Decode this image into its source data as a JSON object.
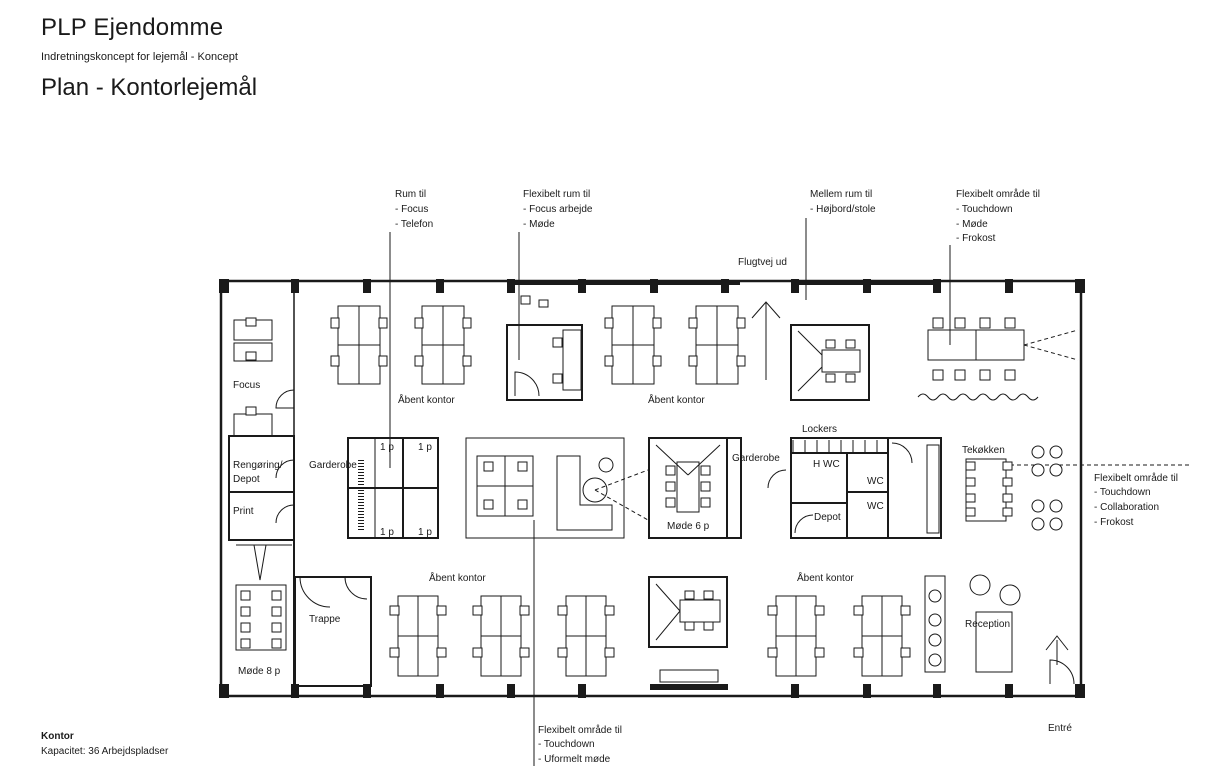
{
  "header": {
    "title": "PLP Ejendomme",
    "subtitle": "Indretningskoncept for lejemål - Koncept",
    "plan_title": "Plan - Kontorlejemål"
  },
  "footer": {
    "heading": "Kontor",
    "capacity": "Kapacitet: 36 Arbejdspladser"
  },
  "callouts": {
    "rum": [
      "Rum til",
      "- Focus",
      "- Telefon"
    ],
    "flex_rum": [
      "Flexibelt rum til",
      "- Focus arbejde",
      "- Møde"
    ],
    "mellem": [
      "Mellem rum til",
      "- Højbord/stole"
    ],
    "flex_top": [
      "Flexibelt område til",
      "- Touchdown",
      "- Møde",
      "- Frokost"
    ],
    "flex_right": [
      "Flexibelt område til",
      "- Touchdown",
      "- Collaboration",
      "- Frokost"
    ],
    "flex_bottom": [
      "Flexibelt område til",
      "- Touchdown",
      "- Uformelt møde"
    ]
  },
  "labels": {
    "flugtvej": "Flugtvej ud",
    "focus": "Focus",
    "rengoring1": "Rengøring/",
    "rengoring2": "Depot",
    "print": "Print",
    "mode8": "Møde 8 p",
    "trappe": "Trappe",
    "garderobe_left": "Garderobe",
    "garderobe_mid": "Garderobe",
    "aabent_tl": "Åbent kontor",
    "aabent_tr": "Åbent kontor",
    "aabent_bl": "Åbent kontor",
    "aabent_br": "Åbent kontor",
    "mode6": "Møde 6 p",
    "lockers": "Lockers",
    "hwc": "H WC",
    "wc1": "WC",
    "wc2": "WC",
    "depot": "Depot",
    "tekokken": "Tekøkken",
    "reception": "Reception",
    "entre": "Entré",
    "p1a": "1 p",
    "p1b": "1 p",
    "p1c": "1 p",
    "p1d": "1 p"
  }
}
